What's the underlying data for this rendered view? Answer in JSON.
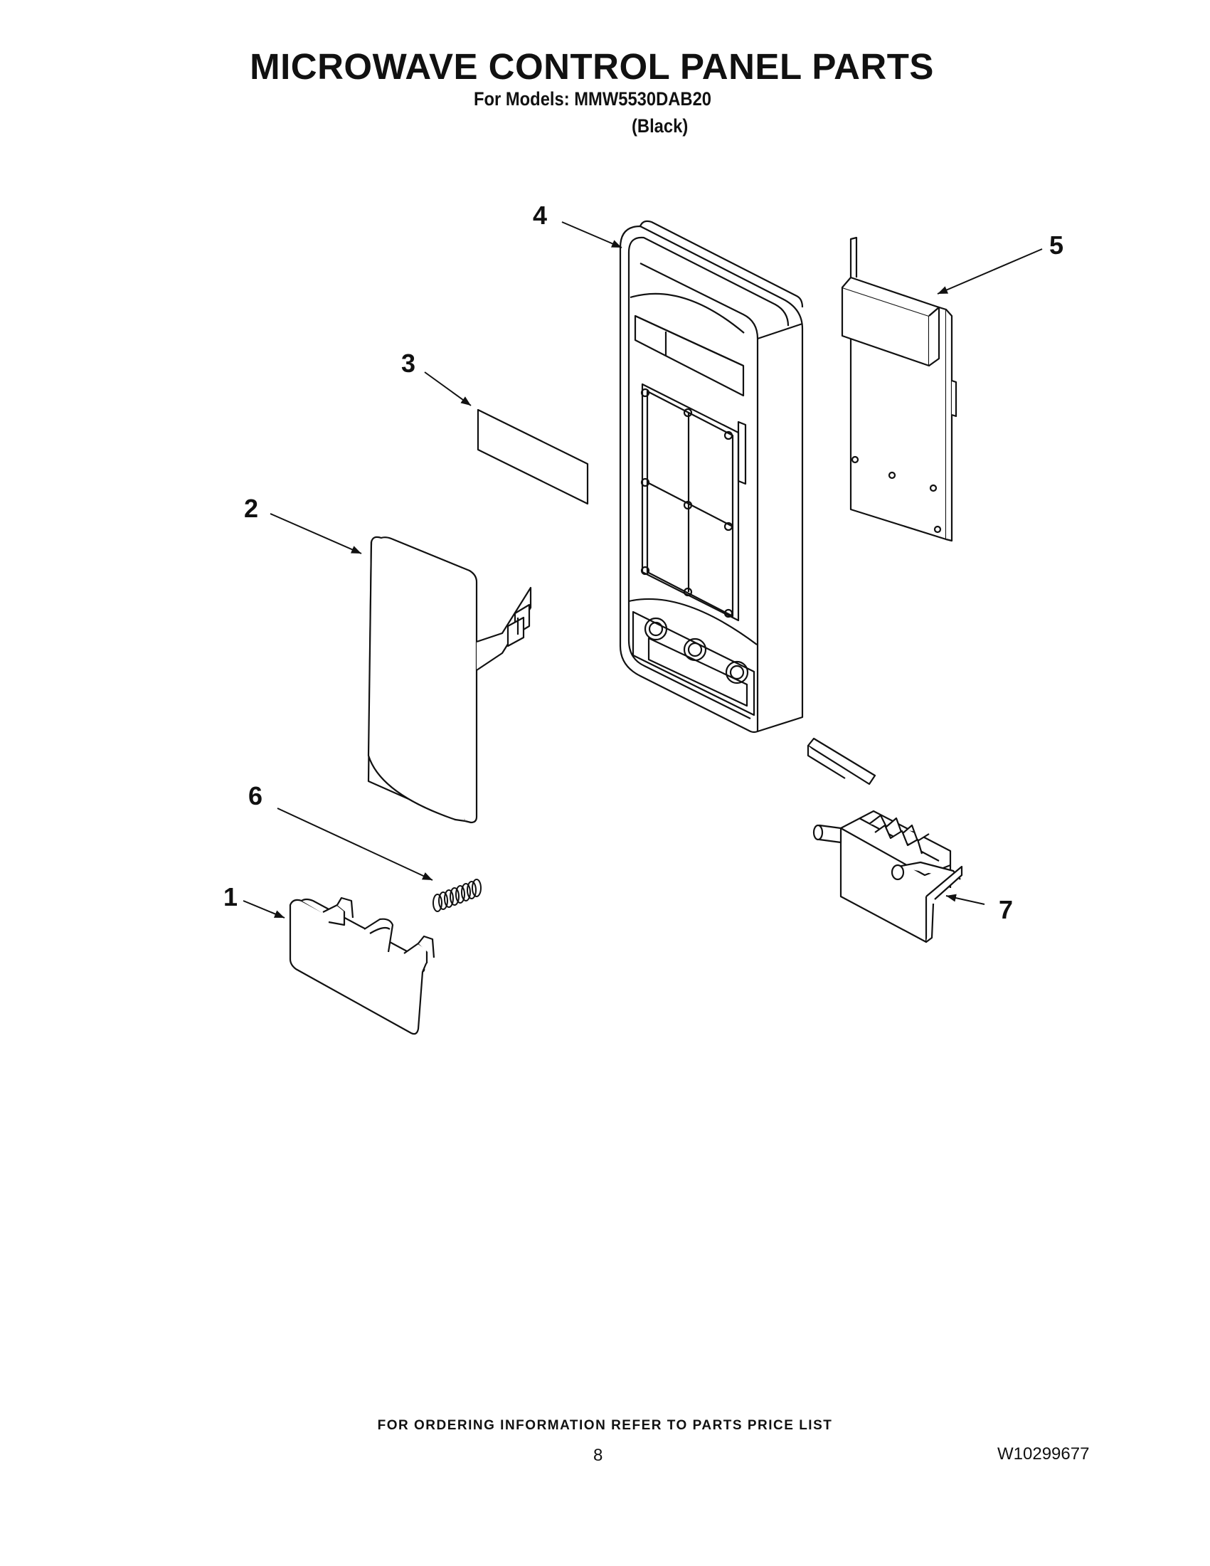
{
  "page": {
    "title": "MICROWAVE CONTROL PANEL PARTS",
    "models_line": "For Models: MMW5530DAB20",
    "color_line": "(Black)",
    "footer_note": "FOR ORDERING INFORMATION REFER TO PARTS PRICE LIST",
    "page_number": "8",
    "document_number": "W10299677"
  },
  "callouts": {
    "c1": "1",
    "c2": "2",
    "c3": "3",
    "c4": "4",
    "c5": "5",
    "c6": "6",
    "c7": "7"
  }
}
